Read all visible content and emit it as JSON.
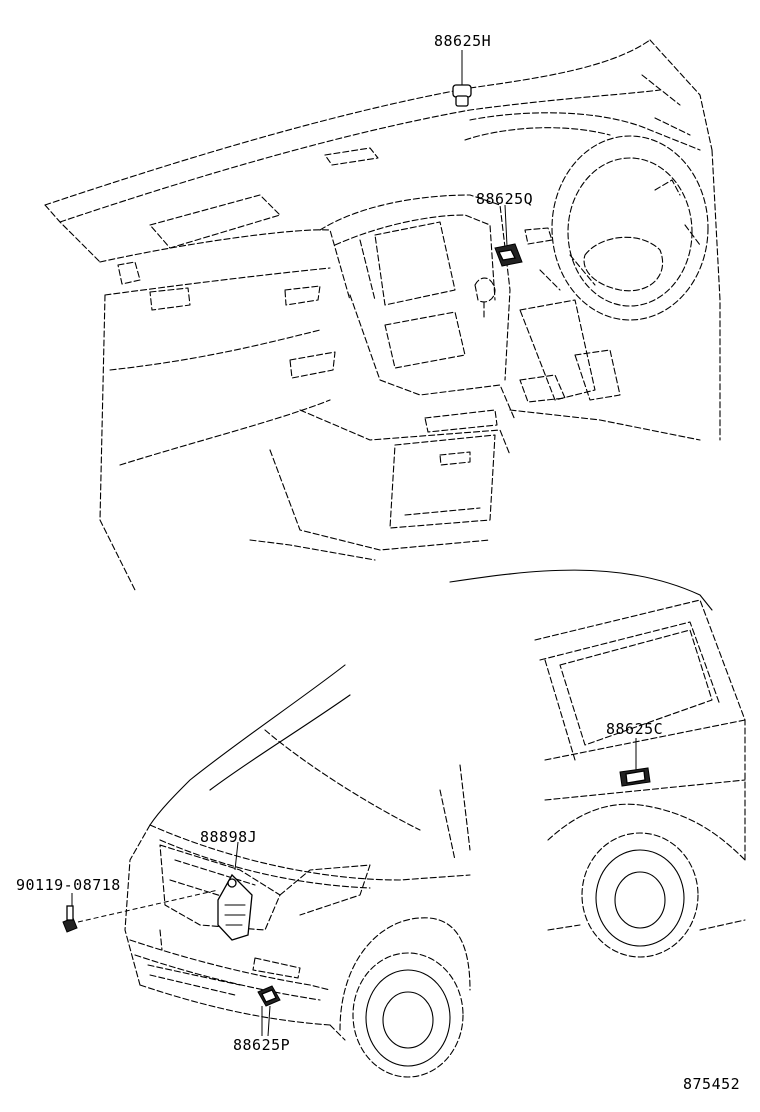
{
  "labels": {
    "p_88625H": "88625H",
    "p_88625Q": "88625Q",
    "p_88625C": "88625C",
    "p_88898J": "88898J",
    "p_90119": "90119-08718",
    "p_88625P": "88625P",
    "diagram_id": "875452"
  }
}
